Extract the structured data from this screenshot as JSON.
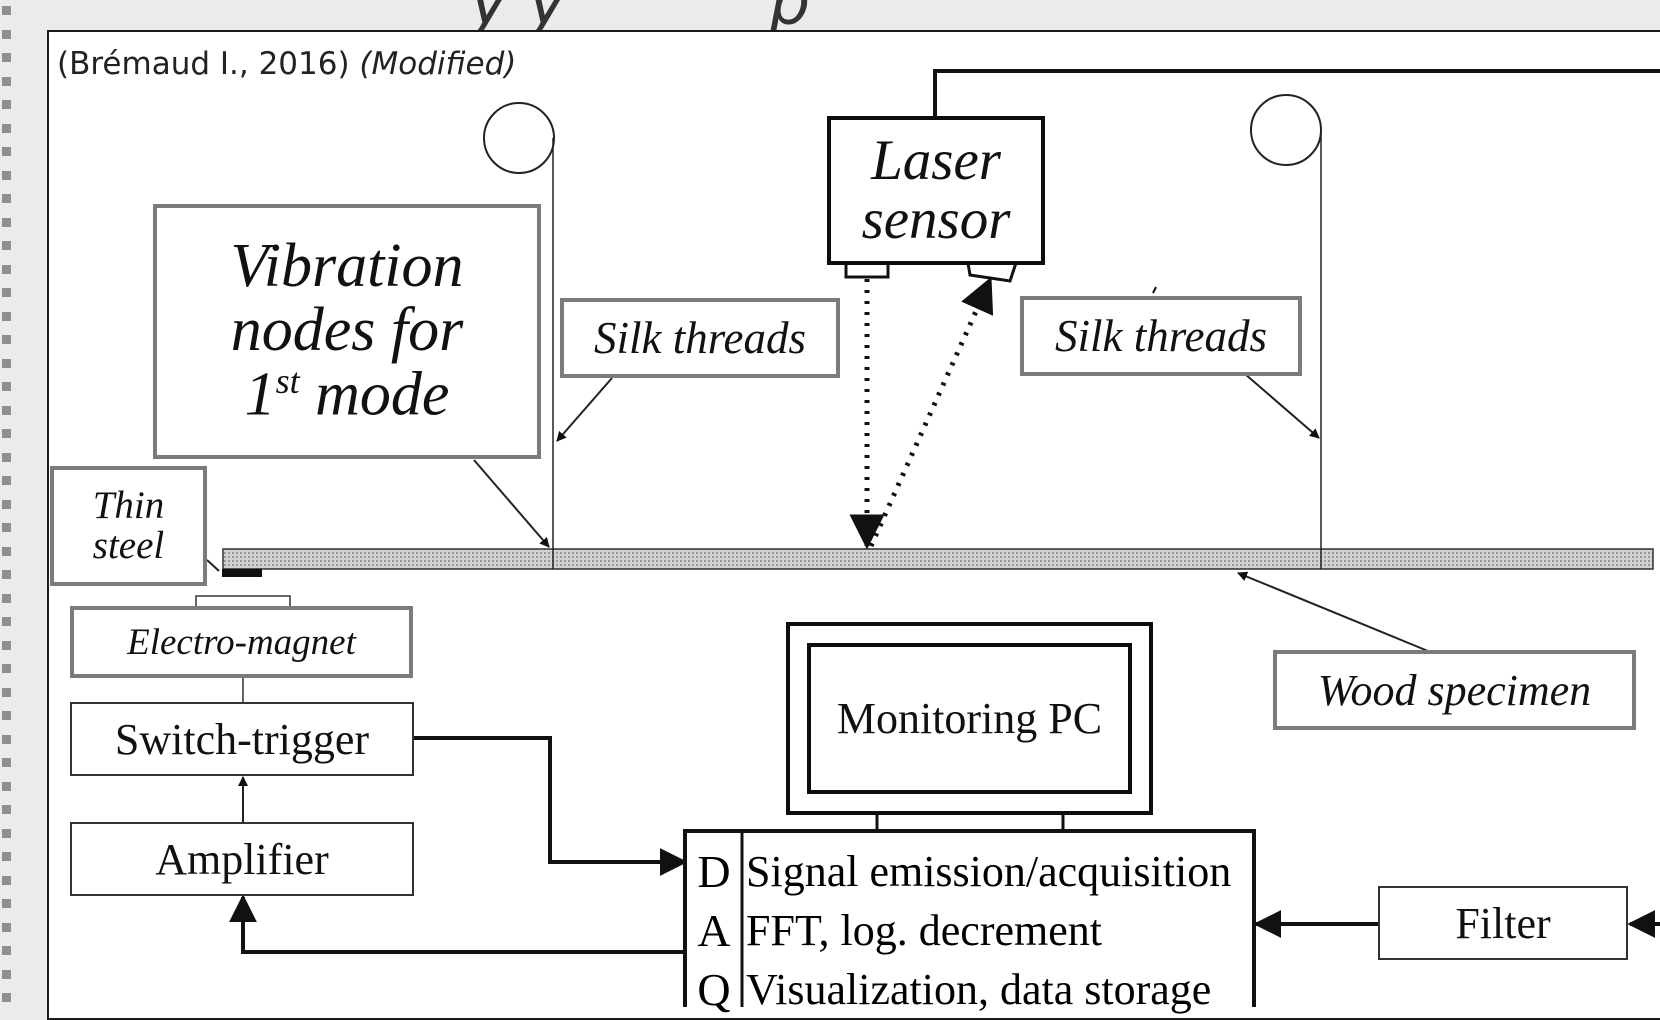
{
  "header": {
    "title_fragment": "y y          p"
  },
  "citation": {
    "author": "(Brémaud I., 2016)",
    "note": "(Modified)"
  },
  "labels": {
    "vibration_line1": "Vibration",
    "vibration_line2": "nodes for",
    "vibration_line3_num": "1",
    "vibration_line3_sup": "st",
    "vibration_line3_rest": " mode",
    "silk_threads_left": "Silk threads",
    "silk_threads_right": "Silk threads",
    "laser_line1": "Laser",
    "laser_line2": "sensor",
    "thin_steel_line1": "Thin",
    "thin_steel_line2": "steel",
    "electro_magnet": "Electro-magnet",
    "switch_trigger": "Switch-trigger",
    "amplifier": "Amplifier",
    "monitoring_pc": "Monitoring PC",
    "wood_specimen": "Wood specimen",
    "filter": "Filter",
    "daq_letters": [
      "D",
      "A",
      "Q"
    ],
    "daq_lines": [
      "Signal emission/acquisition",
      "FFT, log. decrement",
      "Visualization, data storage"
    ]
  },
  "colors": {
    "page_bg": "#ebebeb",
    "canvas_bg": "#ffffff",
    "ink": "#111111",
    "label_border": "#7b7b7b",
    "specimen_fill": "#c4c4c4"
  }
}
